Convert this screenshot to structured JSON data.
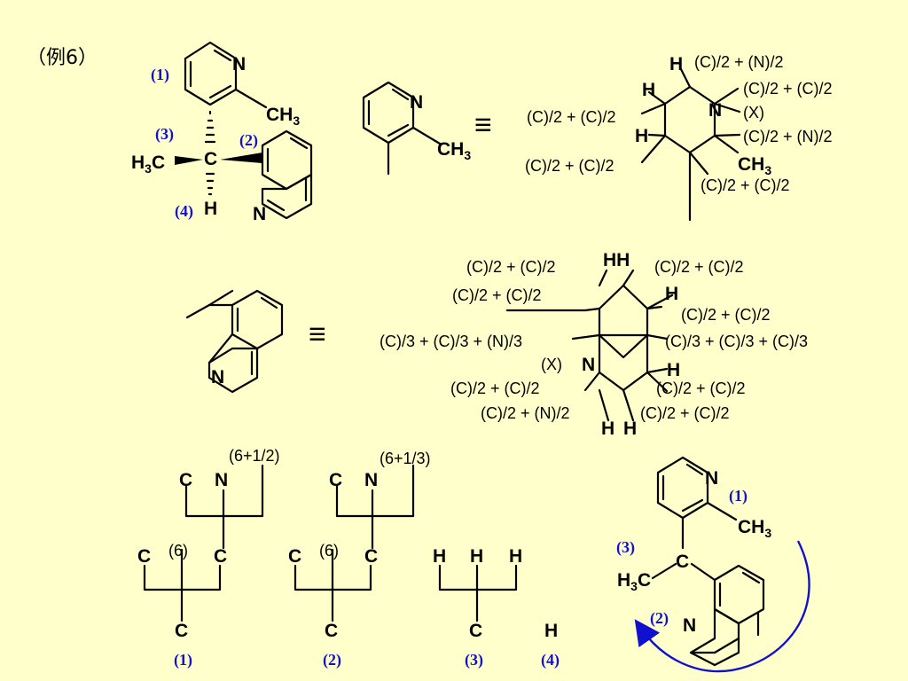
{
  "title": "（例6）",
  "ranks": {
    "r1": "(1)",
    "r2": "(2)",
    "r3": "(3)",
    "r4": "(4)"
  },
  "atoms": {
    "N": "N",
    "C": "C",
    "H": "H",
    "HH": "HH",
    "CH": "CH",
    "H3": "H",
    "three": "3"
  },
  "equiv_symbol": "≡",
  "pyridine_expansion": {
    "h_top_label": "(C)/2 + (N)/2",
    "n_label_1": "(C)/2 + (C)/2",
    "n_x": "(X)",
    "n_label_2": "(C)/2 + (N)/2",
    "left_label_1": "(C)/2 + (C)/2",
    "left_label_2": "(C)/2 + (C)/2",
    "ch3_label": "(C)/2 + (C)/2"
  },
  "quinoline_expansion": {
    "top_left": "(C)/2 + (C)/2",
    "top_right": "(C)/2 + (C)/2",
    "left_2": "(C)/2 + (C)/2",
    "right_2": "(C)/2 + (C)/2",
    "fusion_left": "(C)/3 + (C)/3 + (N)/3",
    "fusion_right": "(C)/3 + (C)/3 + (C)/3",
    "n_x": "(X)",
    "bottom_left_1": "(C)/2 + (C)/2",
    "bottom_left_2": "(C)/2 + (N)/2",
    "bottom_right_1": "(C)/2 + (C)/2",
    "bottom_right_2": "(C)/2 + (C)/2"
  },
  "trees": {
    "t1_top": "(6+1/2)",
    "t1_mid": "(6)",
    "t2_top": "(6+1/3)",
    "t2_mid": "(6)"
  },
  "captions": [
    "(1)",
    "(2)",
    "(3)",
    "(4)"
  ]
}
